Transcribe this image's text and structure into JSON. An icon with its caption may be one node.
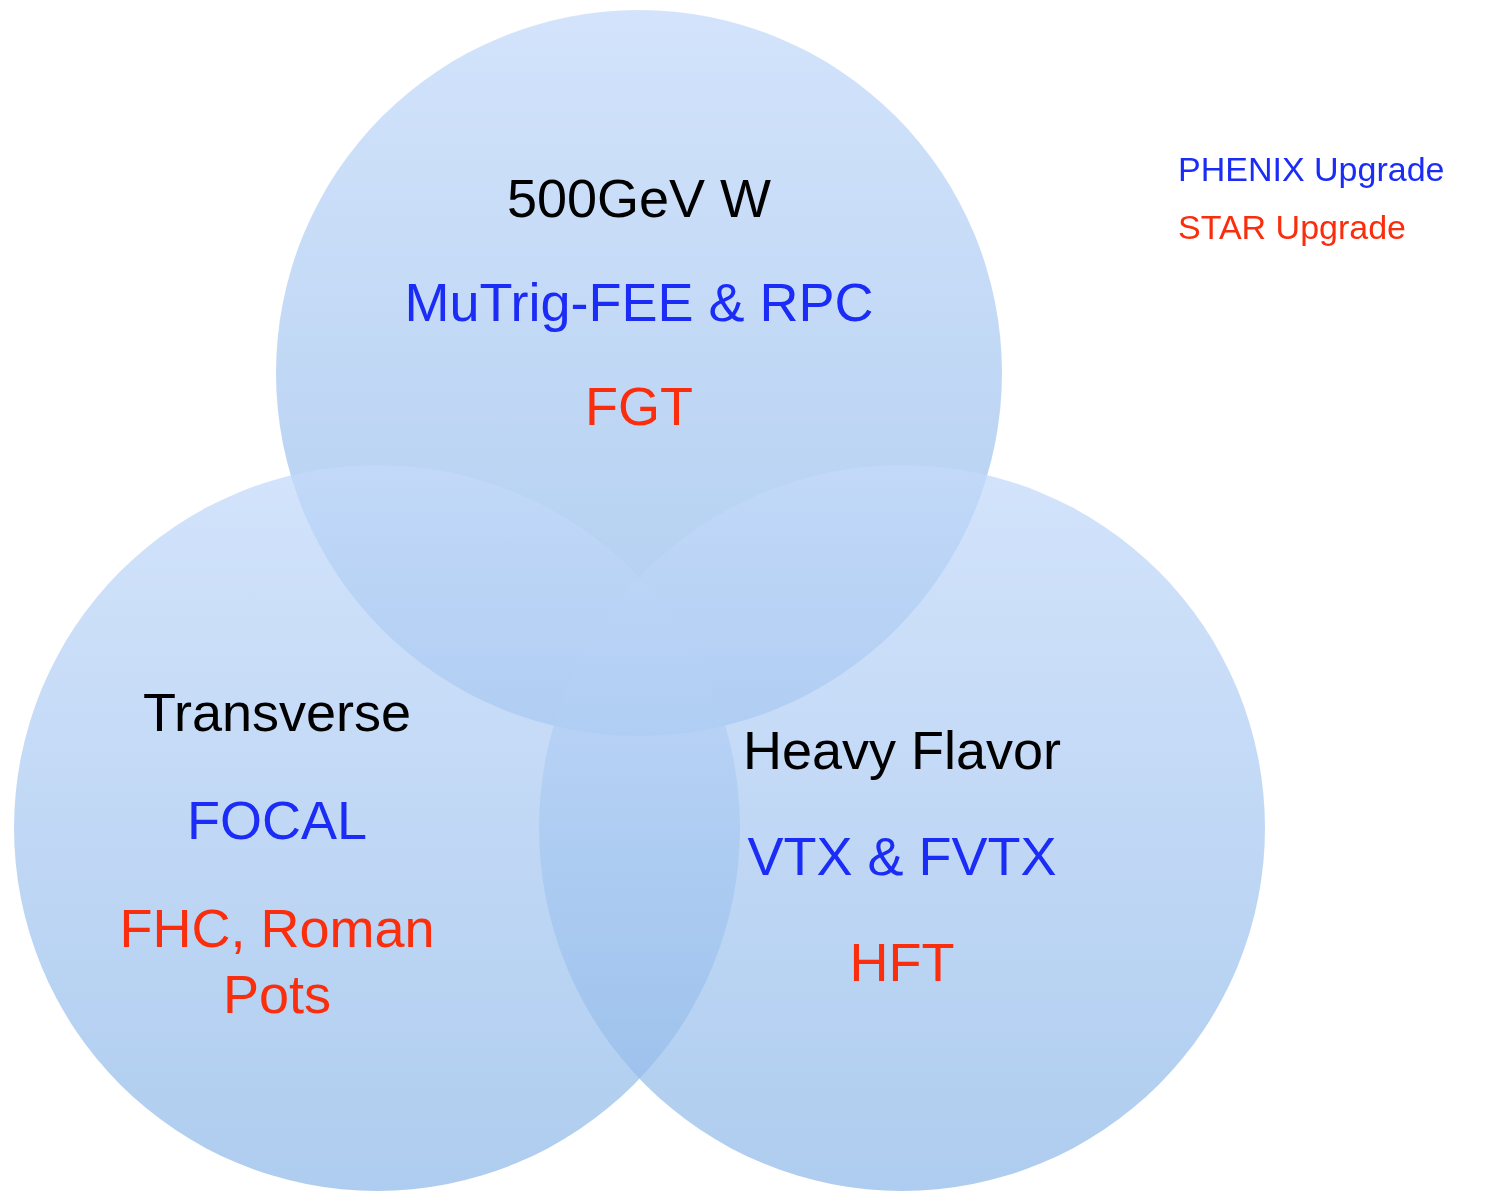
{
  "diagram": {
    "nodes": [
      {
        "text": [
          "500GeV W",
          "MuTrig-FEE & RPC",
          "FGT"
        ]
      },
      {
        "text": [
          "Transverse",
          "FOCAL",
          "FHC, Roman Pots"
        ]
      },
      {
        "text": [
          "Heavy Flavor",
          "VTX & FVTX",
          "HFT"
        ]
      }
    ],
    "legend": [
      {
        "text": "PHENIX Upgrade",
        "color": "#1a2cf5"
      },
      {
        "text": "STAR Upgrade",
        "color": "#fa2d0c"
      }
    ]
  }
}
